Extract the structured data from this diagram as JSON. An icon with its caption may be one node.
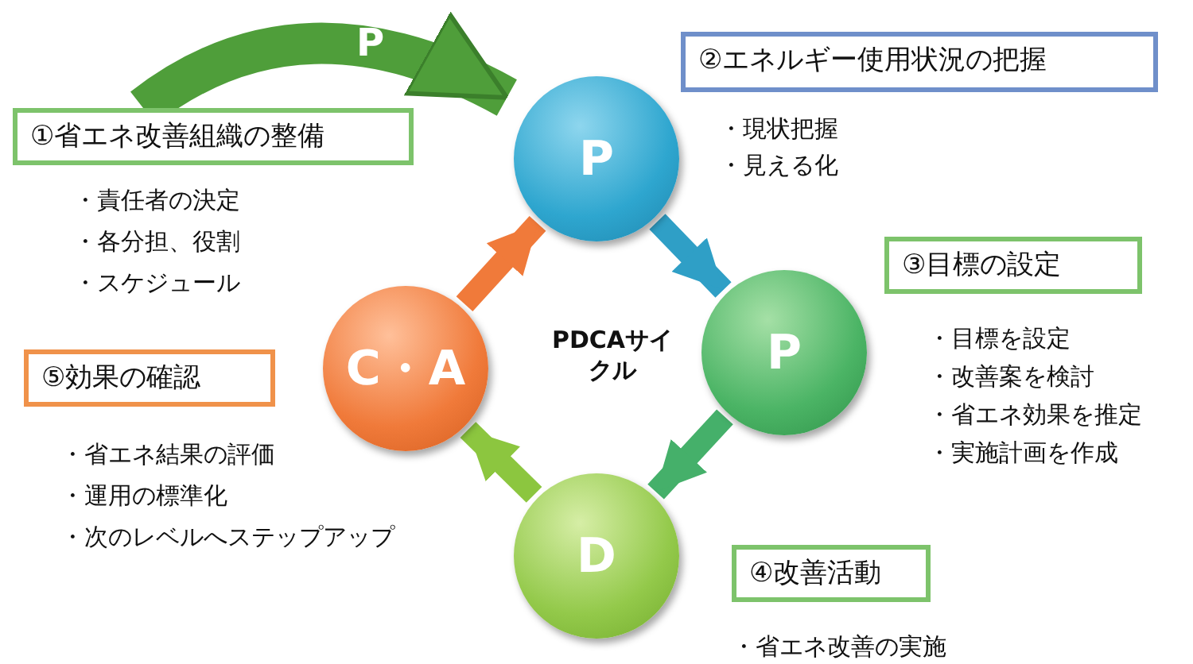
{
  "diagram": {
    "nodes": [
      {
        "text": [
          "①省エネ改善組織の整備"
        ],
        "beside": [
          "・責任者の決定",
          "・各分担、役割",
          "・スケジュール"
        ]
      },
      {
        "text": [
          "P"
        ]
      },
      {
        "text": [
          "②エネルギー使用状況の把握"
        ],
        "beside": [
          "・現状把握",
          "・見える化"
        ]
      },
      {
        "text": [
          "③目標の設定"
        ],
        "beside": [
          "・目標を設定",
          "・改善案を検討",
          "・省エネ効果を推定",
          "・実施計画を作成"
        ]
      },
      {
        "text": [
          "P"
        ]
      },
      {
        "text": [
          "⑤効果の確認"
        ],
        "beside": [
          "・省エネ結果の評価",
          "・運用の標準化",
          "・次のレベルへステップアップ"
        ]
      },
      {
        "text": [
          "C・A"
        ]
      },
      {
        "text": [
          "D"
        ]
      },
      {
        "text": [
          "④改善活動"
        ],
        "beside": [
          "・省エネ改善の実施"
        ]
      }
    ],
    "edges": [
      {
        "from": 0,
        "to": 1,
        "arrow": "to",
        "label": "P",
        "style": "thick",
        "color": "#4f9e3a"
      },
      {
        "from": 1,
        "to": 4,
        "arrow": "to",
        "color": "#2f9fc6"
      },
      {
        "from": 4,
        "to": 7,
        "arrow": "to",
        "color": "#45b06a"
      },
      {
        "from": 7,
        "to": 6,
        "arrow": "to",
        "color": "#8cc63f"
      },
      {
        "from": 6,
        "to": 1,
        "arrow": "to",
        "color": "#f07a3a"
      }
    ],
    "labels": [
      "PDCAサイクル"
    ]
  }
}
